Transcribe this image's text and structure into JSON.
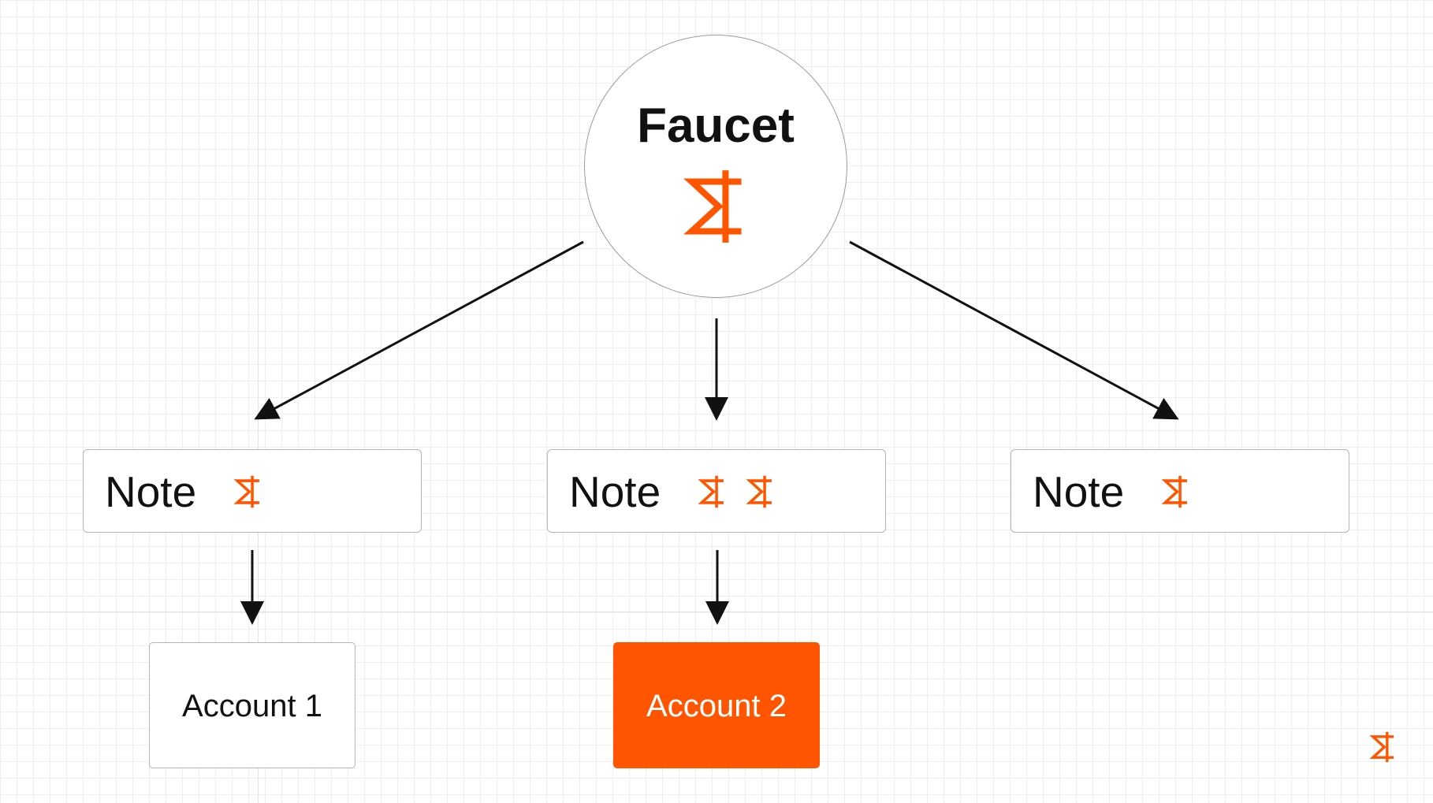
{
  "diagram": {
    "faucet": {
      "title": "Faucet",
      "icon": "token-sigma-icon"
    },
    "notes": [
      {
        "label": "Note",
        "token_count": 1
      },
      {
        "label": "Note",
        "token_count": 2
      },
      {
        "label": "Note",
        "token_count": 1
      }
    ],
    "accounts": [
      {
        "label": "Account 1",
        "highlighted": false
      },
      {
        "label": "Account 2",
        "highlighted": true
      }
    ],
    "edges": [
      {
        "from": "faucet",
        "to": "note-1"
      },
      {
        "from": "faucet",
        "to": "note-2"
      },
      {
        "from": "faucet",
        "to": "note-3"
      },
      {
        "from": "note-1",
        "to": "account-1"
      },
      {
        "from": "note-2",
        "to": "account-2"
      }
    ],
    "corner_icon": "token-sigma-icon"
  },
  "colors": {
    "accent": "#ff5500",
    "text": "#111111",
    "border": "#b5b5b5",
    "account_highlight_text": "#ffffff",
    "grid": "#eeeeee"
  }
}
